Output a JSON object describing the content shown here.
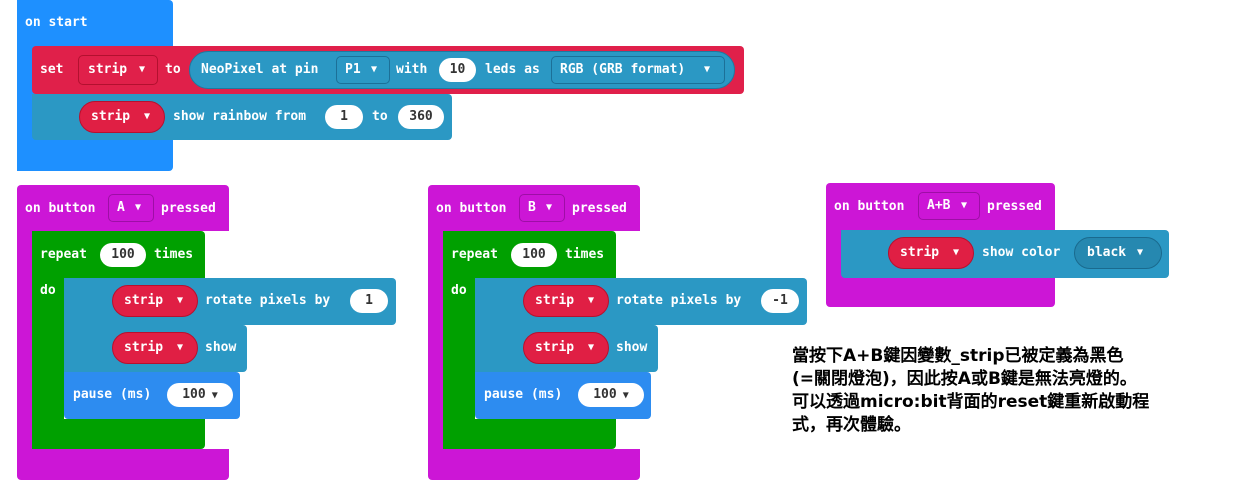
{
  "on_start": {
    "label": "on start",
    "set_label": "set",
    "var": "strip",
    "to_label": "to",
    "neopixel_label": "NeoPixel at pin",
    "pin": "P1",
    "with_label": "with",
    "leds": "10",
    "leds_as_label": "leds as",
    "format": "RGB (GRB format)",
    "rainbow_var": "strip",
    "rainbow_label": "show rainbow from",
    "rainbow_from": "1",
    "rainbow_to_label": "to",
    "rainbow_to": "360"
  },
  "button_a": {
    "on_button_label": "on button",
    "button": "A",
    "pressed_label": "pressed",
    "repeat_label": "repeat",
    "repeat_count": "100",
    "times_label": "times",
    "do_label": "do",
    "rotate_var": "strip",
    "rotate_label": "rotate pixels by",
    "rotate_value": "1",
    "show_var": "strip",
    "show_label": "show",
    "pause_label": "pause (ms)",
    "pause_value": "100"
  },
  "button_b": {
    "on_button_label": "on button",
    "button": "B",
    "pressed_label": "pressed",
    "repeat_label": "repeat",
    "repeat_count": "100",
    "times_label": "times",
    "do_label": "do",
    "rotate_var": "strip",
    "rotate_label": "rotate pixels by",
    "rotate_value": "-1",
    "show_var": "strip",
    "show_label": "show",
    "pause_label": "pause (ms)",
    "pause_value": "100"
  },
  "button_ab": {
    "on_button_label": "on button",
    "button": "A+B",
    "pressed_label": "pressed",
    "color_var": "strip",
    "color_label": "show color",
    "color": "black"
  },
  "note": {
    "line1": "當按下A+B鍵因變數_strip已被定義為黑色",
    "line2": "(=關閉燈泡)，因此按A或B鍵是無法亮燈的。",
    "line3": "可以透過micro:bit背面的reset鍵重新啟動程",
    "line4": "式，再次體驗。"
  },
  "colors": {
    "events_hat": "#1e90ff",
    "variables": "#e0204a",
    "neopixel": "#2b98c4",
    "input": "#cc16d6",
    "loops": "#00a000",
    "basic": "#2d8cf0"
  }
}
